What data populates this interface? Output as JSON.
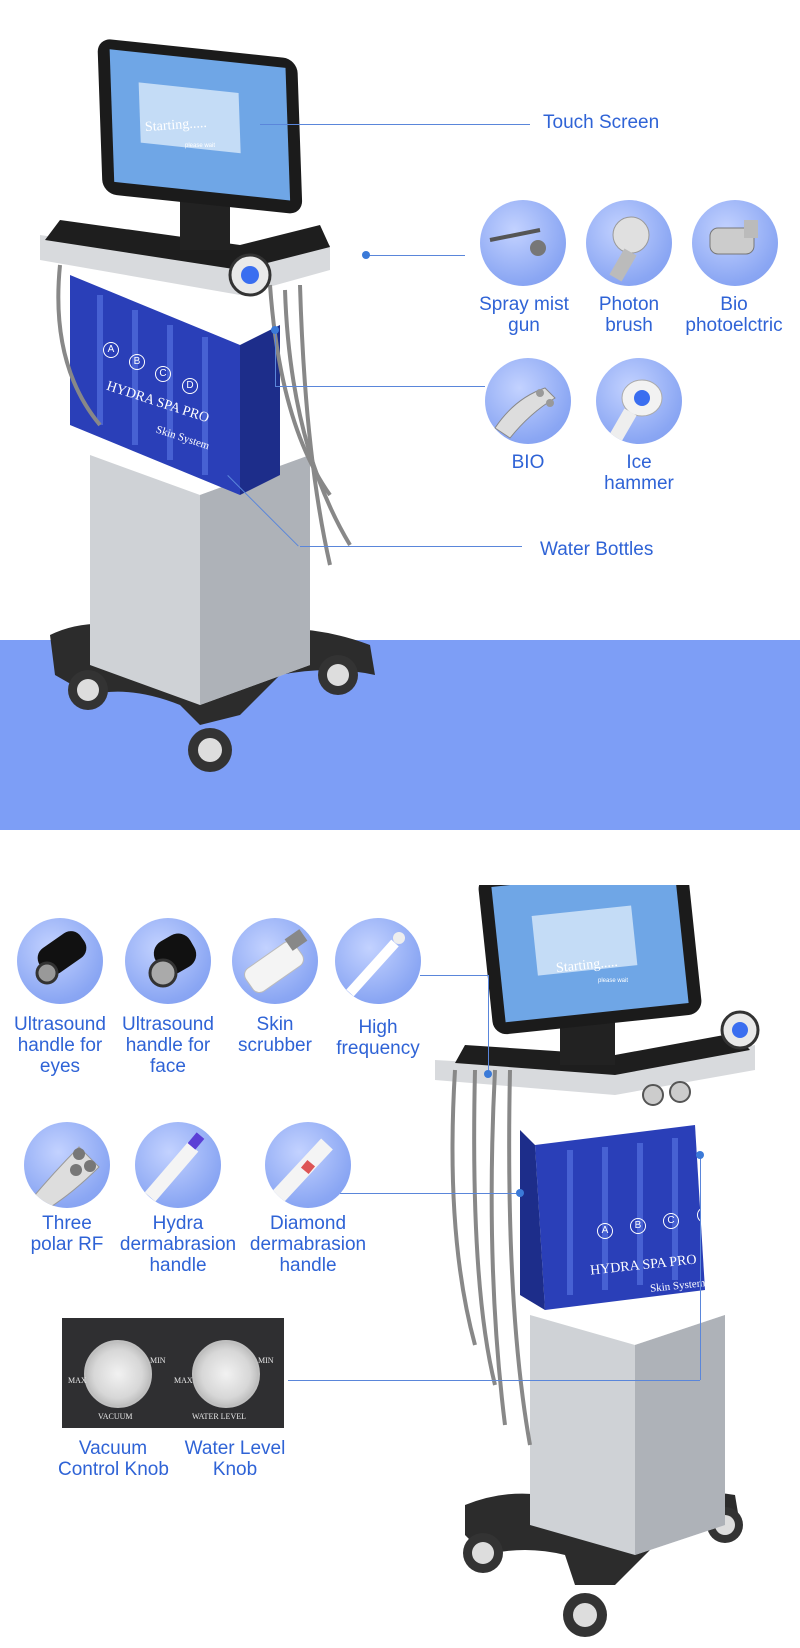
{
  "top": {
    "touch_screen": "Touch Screen",
    "spray_mist_gun": [
      "Spray mist",
      "gun"
    ],
    "photon_brush": [
      "Photon",
      "brush"
    ],
    "bio_photoelectric": [
      "Bio",
      "photoelctric"
    ],
    "bio": "BIO",
    "ice_hammer": [
      "Ice",
      "hammer"
    ],
    "water_bottles": "Water Bottles",
    "screen_text": "Starting.....",
    "screen_subtext": "please wait",
    "brand_line1": "HYDRA SPA PRO",
    "brand_line2": "Skin System",
    "bottle_letters": [
      "A",
      "B",
      "C",
      "D"
    ]
  },
  "bottom": {
    "ultrasound_eyes": [
      "Ultrasound",
      "handle for",
      "eyes"
    ],
    "ultrasound_face": [
      "Ultrasound",
      "handle for",
      "face"
    ],
    "skin_scrubber": [
      "Skin",
      "scrubber"
    ],
    "high_frequency": [
      "High",
      "frequency"
    ],
    "three_polar_rf": [
      "Three",
      "polar  RF"
    ],
    "hydra_derma": [
      "Hydra",
      "dermabrasion",
      "handle"
    ],
    "diamond_derma": [
      "Diamond",
      "dermabrasion",
      "handle"
    ],
    "vacuum_knob": [
      "Vacuum",
      "Control Knob"
    ],
    "water_level_knob": [
      "Water Level",
      "Knob"
    ],
    "knob_labels": {
      "max": "MAX",
      "min": "MIN",
      "vacuum": "VACUUM",
      "water_level": "WATER LEVEL"
    },
    "screen_text": "Starting.....",
    "screen_subtext": "please wait",
    "brand_line1": "HYDRA SPA PRO",
    "brand_line2": "Skin System",
    "bottle_letters": [
      "A",
      "B",
      "C",
      "D"
    ]
  },
  "colors": {
    "label": "#2f63d6",
    "band": "#7d9ef6",
    "line": "#5a86da",
    "bottle_blue": "#2a3fb8"
  }
}
